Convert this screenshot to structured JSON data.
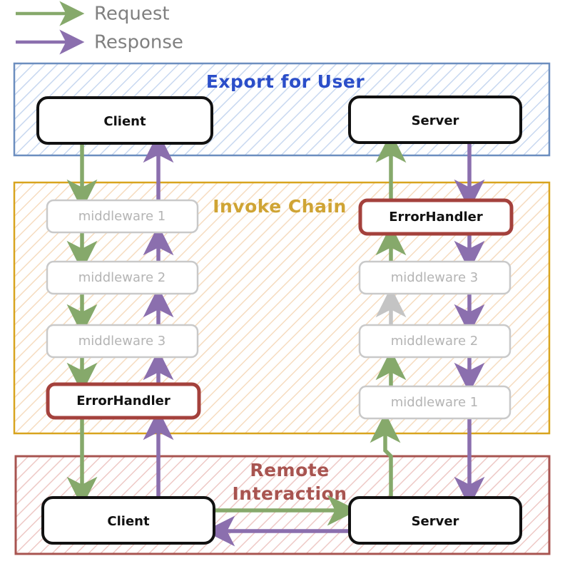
{
  "legend": {
    "items": [
      {
        "label": "Request",
        "color": "#86a96b",
        "icon": "arrow-right-icon"
      },
      {
        "label": "Response",
        "color": "#8b6fae",
        "icon": "arrow-right-icon"
      }
    ]
  },
  "panels": [
    {
      "id": "export-for-user",
      "title": "Export for User",
      "title_color": "#2b4ec9",
      "border_color": "#6c8ebf",
      "hatch_color": "#c8d8f0"
    },
    {
      "id": "invoke-chain",
      "title": "Invoke Chain",
      "title_color": "#cfa434",
      "border_color": "#d6a a1e",
      "hatch_color": "#f6dcc0"
    },
    {
      "id": "remote-interaction",
      "title_line1": "Remote",
      "title_line2": "Interaction",
      "title": "Remote Interaction",
      "title_color": "#a85450",
      "border_color": "#a85450",
      "hatch_color": "#eec9c6"
    }
  ],
  "nodes": {
    "top_client": {
      "label": "Client",
      "style": "strong"
    },
    "top_server": {
      "label": "Server",
      "style": "strong"
    },
    "left_chain": [
      {
        "label": "middleware 1",
        "style": "muted"
      },
      {
        "label": "middleware 2",
        "style": "muted"
      },
      {
        "label": "middleware 3",
        "style": "muted"
      },
      {
        "label": "ErrorHandler",
        "style": "error"
      }
    ],
    "right_chain": [
      {
        "label": "ErrorHandler",
        "style": "error"
      },
      {
        "label": "middleware 3",
        "style": "muted"
      },
      {
        "label": "middleware 2",
        "style": "muted"
      },
      {
        "label": "middleware 1",
        "style": "muted"
      }
    ],
    "bottom_client": {
      "label": "Client",
      "style": "strong"
    },
    "bottom_server": {
      "label": "Server",
      "style": "strong"
    }
  },
  "colors": {
    "request": "#86a96b",
    "response": "#8b6fae",
    "inactive": "#c4c4c4",
    "error_border": "#a4413c",
    "muted_border": "#c9c9c9",
    "strong_border": "#111111"
  },
  "flow": {
    "request_direction": "down-left-then-right",
    "response_direction": "up-right-then-left"
  }
}
